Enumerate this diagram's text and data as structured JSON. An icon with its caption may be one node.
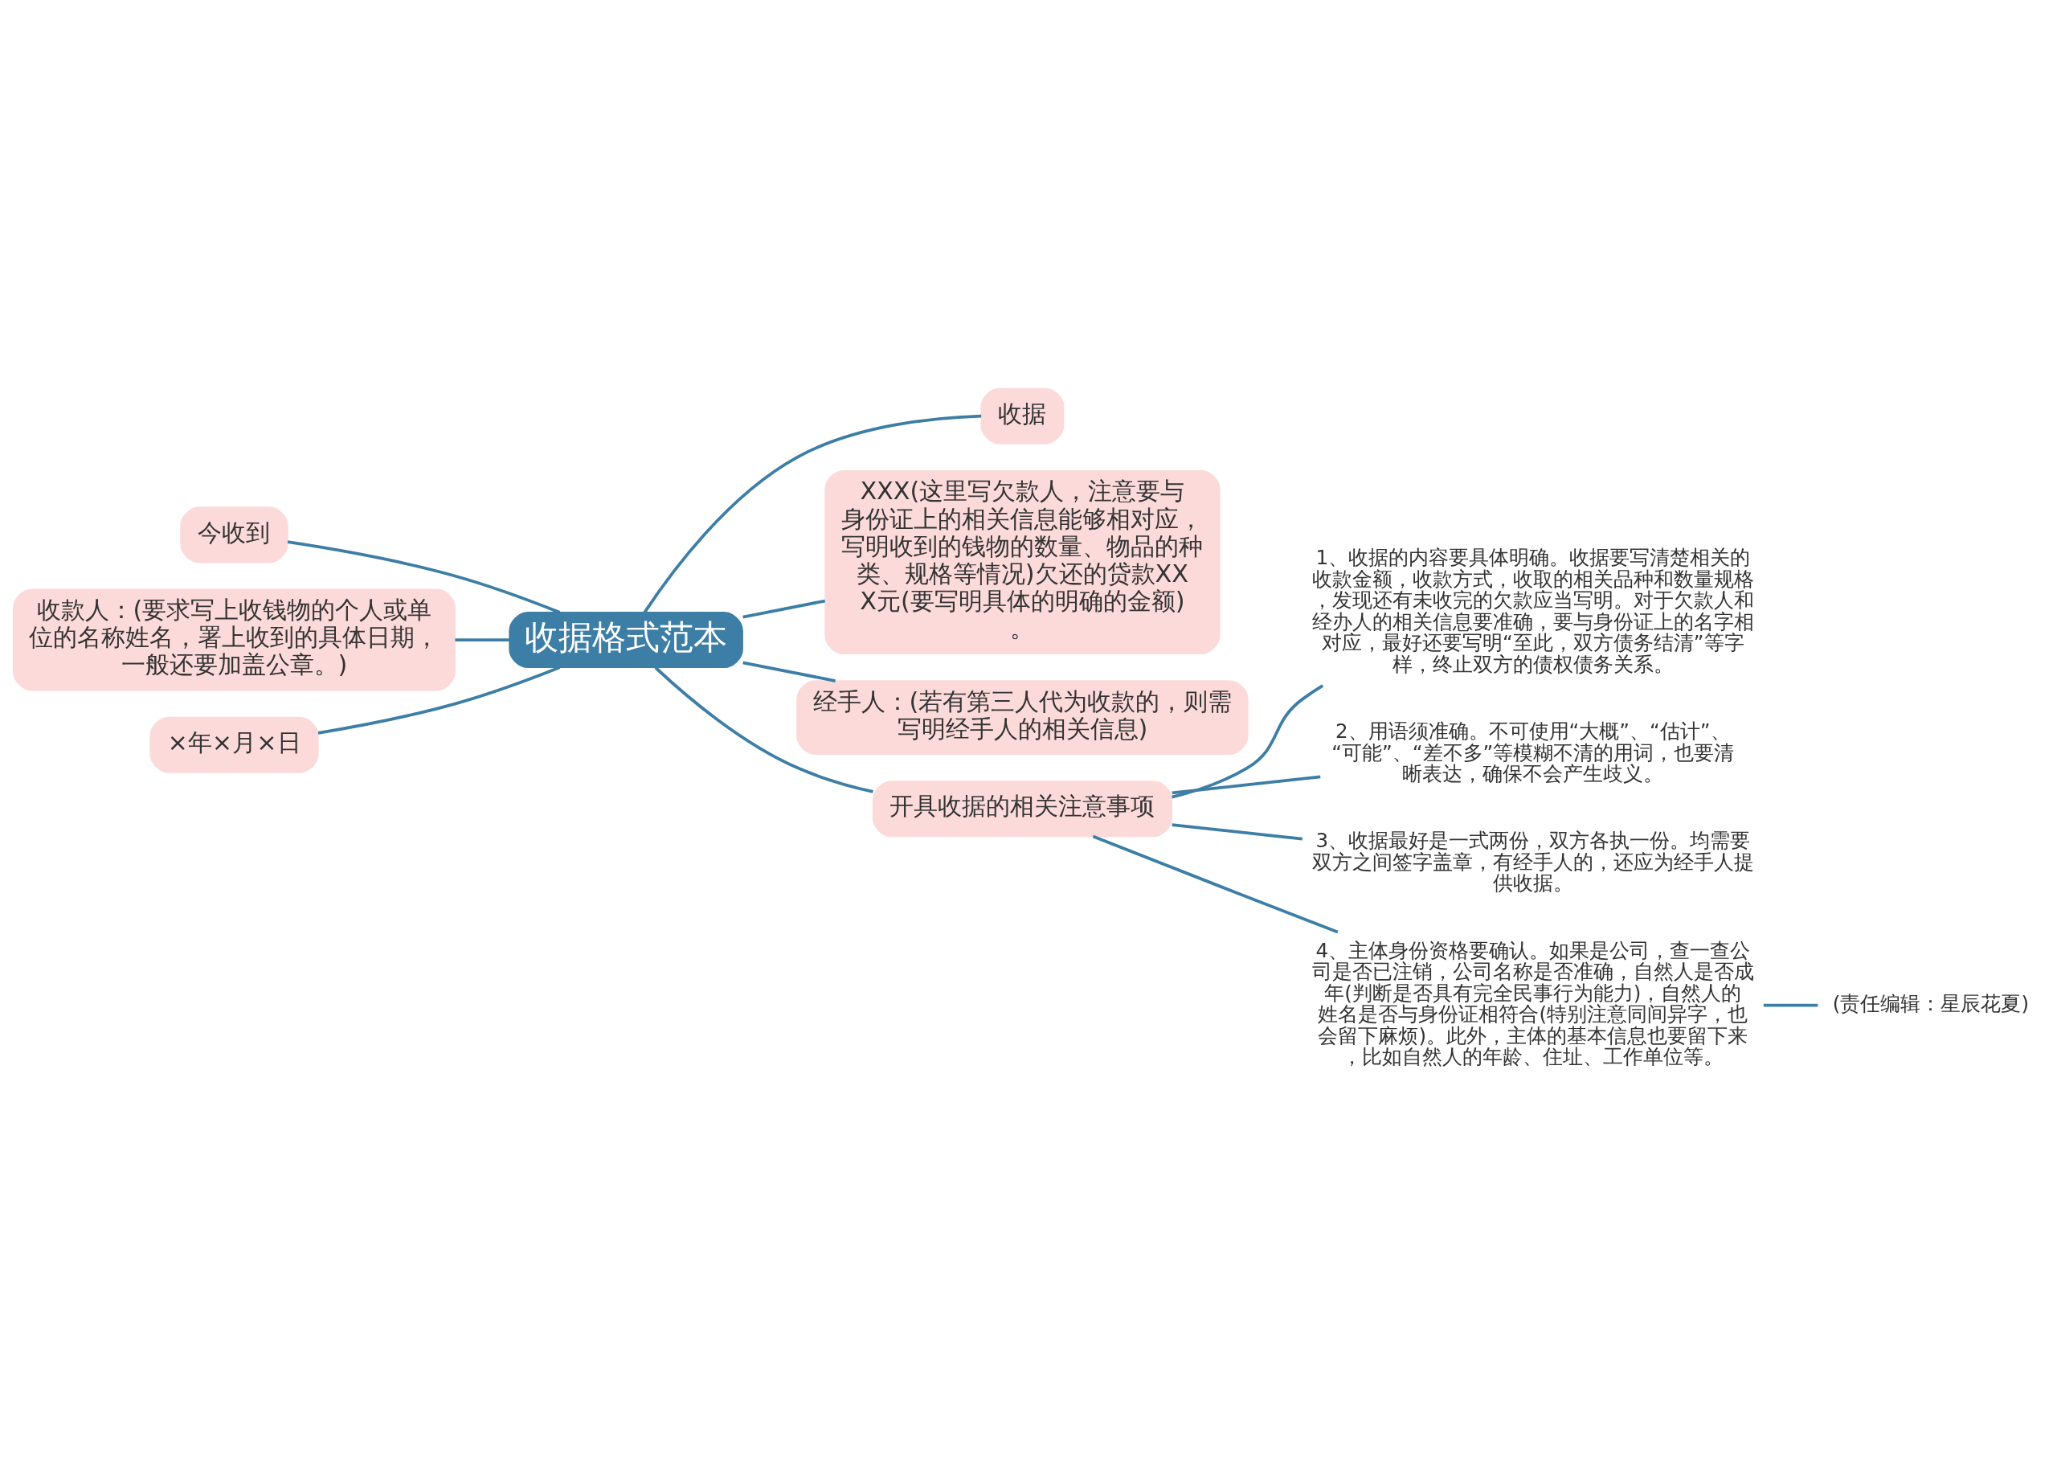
{
  "diagram": {
    "nodes": [
      {
        "text": [
          "收据格式范本"
        ]
      },
      {
        "text": [
          "收据"
        ]
      },
      {
        "text": [
          "XXX(这里写欠款人，注意要与身份证上的相关信息能够相对应，写明收到的钱物的数量、物品的种类、规格等情况)欠还的贷款XXX元(要写明具体的明确的金额)。"
        ]
      },
      {
        "text": [
          "经手人：(若有第三人代为收款的，则需写明经手人的相关信息)"
        ]
      },
      {
        "text": [
          "开具收据的相关注意事项"
        ]
      },
      {
        "text": [
          "1、收据的内容要具体明确。收据要写清楚相关的收款金额，收款方式，收取的相关品种和数量规格，发现还有未收完的欠款应当写明。对于欠款人和经办人的相关信息要准确，要与身份证上的名字相对应，最好还要写明“至此，双方债务结清”等字样，终止双方的债权债务关系。"
        ]
      },
      {
        "text": [
          "2、用语须准确。不可使用“大概”、“估计”、“可能”、“差不多”等模糊不清的用词，也要清晰表达，确保不会产生歧义。"
        ]
      },
      {
        "text": [
          "3、收据最好是一式两份，双方各执一份。均需要双方之间签字盖章，有经手人的，还应为经手人提供收据。"
        ]
      },
      {
        "text": [
          "4、主体身份资格要确认。如果是公司，查一查公司是否已注销，公司名称是否准确，自然人是否成年(判断是否具有完全民事行为能力)，自然人的姓名是否与身份证相符合(特别注意同间异字，也会留下麻烦)。此外，主体的基本信息也要留下来，比如自然人的年龄、住址、工作单位等。"
        ]
      },
      {
        "text": [
          "(责任编辑：星辰花夏)"
        ]
      },
      {
        "text": [
          "今收到"
        ]
      },
      {
        "text": [
          "收款人：(要求写上收钱物的个人或单位的名称姓名，署上收到的具体日期，一般还要加盖公章。)"
        ]
      },
      {
        "text": [
          "×年×月×日"
        ]
      }
    ],
    "edges": [
      {
        "from": 0,
        "to": 1,
        "arrow": "none"
      },
      {
        "from": 0,
        "to": 2,
        "arrow": "none"
      },
      {
        "from": 0,
        "to": 3,
        "arrow": "none"
      },
      {
        "from": 0,
        "to": 4,
        "arrow": "none"
      },
      {
        "from": 4,
        "to": 5,
        "arrow": "none"
      },
      {
        "from": 4,
        "to": 6,
        "arrow": "none"
      },
      {
        "from": 4,
        "to": 7,
        "arrow": "none"
      },
      {
        "from": 4,
        "to": 8,
        "arrow": "none"
      },
      {
        "from": 8,
        "to": 9,
        "arrow": "none"
      },
      {
        "from": 10,
        "to": 0,
        "arrow": "none"
      },
      {
        "from": 11,
        "to": 0,
        "arrow": "none"
      },
      {
        "from": 12,
        "to": 0,
        "arrow": "none"
      }
    ]
  }
}
